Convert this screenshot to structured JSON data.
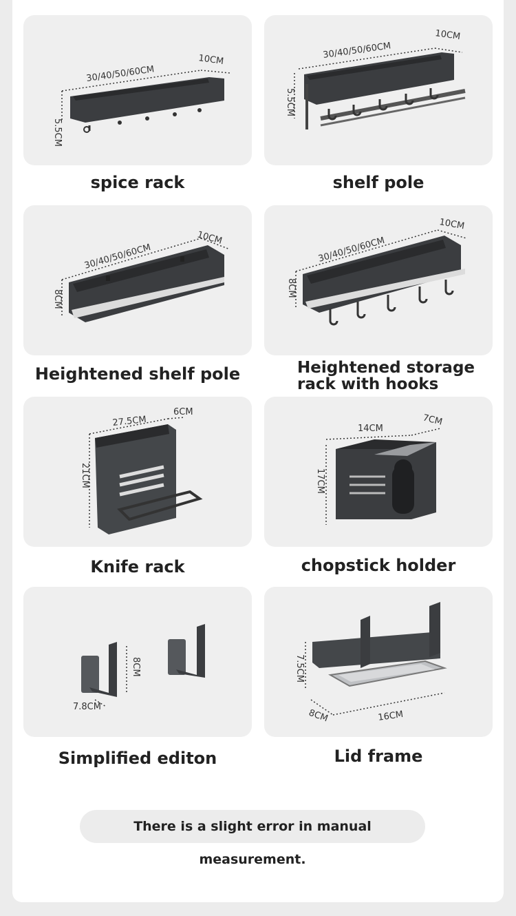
{
  "products": [
    {
      "label": "spice rack",
      "length": "30/40/50/60CM",
      "depth": "10CM",
      "height": "5.5CM"
    },
    {
      "label": "shelf pole",
      "length": "30/40/50/60CM",
      "depth": "10CM",
      "height": "5.5CM"
    },
    {
      "label": "Heightened shelf pole",
      "length": "30/40/50/60CM",
      "depth": "10CM",
      "height": "8CM"
    },
    {
      "label": "Heightened storage\nrack with hooks",
      "length": "30/40/50/60CM",
      "depth": "10CM",
      "height": "8CM"
    },
    {
      "label": "Knife rack",
      "length": "27.5CM",
      "depth": "6CM",
      "height": "21CM"
    },
    {
      "label": "chopstick holder",
      "length": "14CM",
      "depth": "7CM",
      "height": "17CM"
    },
    {
      "label": "Simplified editon",
      "depth": "7.8CM",
      "height": "8CM"
    },
    {
      "label": "Lid frame",
      "length": "16CM",
      "depth": "8CM",
      "height": "7.5CM"
    }
  ],
  "note": "There is a slight error in manual measurement.",
  "colors": {
    "product": "#3b3d40",
    "accent": "#55585c",
    "card": "#efefef",
    "background": "#ececec"
  }
}
